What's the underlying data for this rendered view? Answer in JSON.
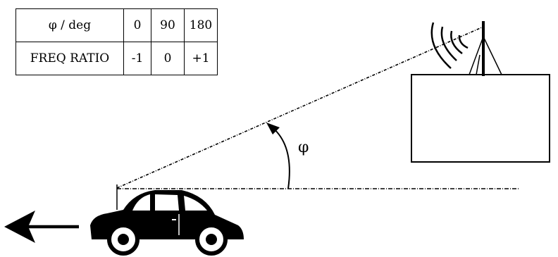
{
  "table": {
    "rows": [
      [
        "φ / deg",
        "0",
        "90",
        "180"
      ],
      [
        "FREQ RATIO",
        "-1",
        "0",
        "+1"
      ]
    ]
  },
  "diagram": {
    "angle_symbol": "φ"
  }
}
